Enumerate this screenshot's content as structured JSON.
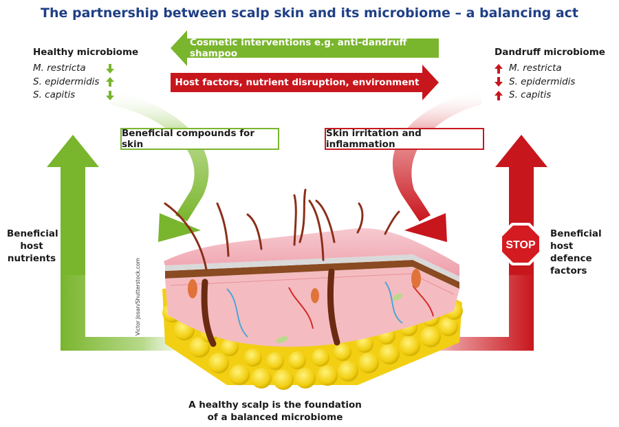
{
  "title": "The partnership between scalp skin and its microbiome – a balancing act",
  "healthy": {
    "heading": "Healthy microbiome",
    "species": [
      {
        "name": "M. restricta",
        "trend": "down"
      },
      {
        "name": "S. epidermidis",
        "trend": "up"
      },
      {
        "name": "S. capitis",
        "trend": "down"
      }
    ]
  },
  "dandruff": {
    "heading": "Dandruff microbiome",
    "species": [
      {
        "name": "M. restricta",
        "trend": "up"
      },
      {
        "name": "S. epidermidis",
        "trend": "down"
      },
      {
        "name": "S. capitis",
        "trend": "up"
      }
    ]
  },
  "banners": {
    "cosmetic": "Cosmetic interventions e.g. anti-dandruff shampoo",
    "host": "Host factors, nutrient disruption, environment"
  },
  "boxes": {
    "beneficial": "Beneficial compounds for skin",
    "irritation": "Skin irritation and inflammation"
  },
  "left_label": [
    "Beneficial",
    "host",
    "nutrients"
  ],
  "right_label": [
    "Beneficial",
    "host defence",
    "factors"
  ],
  "stop_sign": "STOP",
  "caption": [
    "A healthy scalp is the foundation",
    "of a balanced microbiome"
  ],
  "credit": "Victor Josan/Shutterstock.com",
  "colors": {
    "title": "#1f3f86",
    "green": "#7ab52e",
    "red": "#c8161d"
  }
}
